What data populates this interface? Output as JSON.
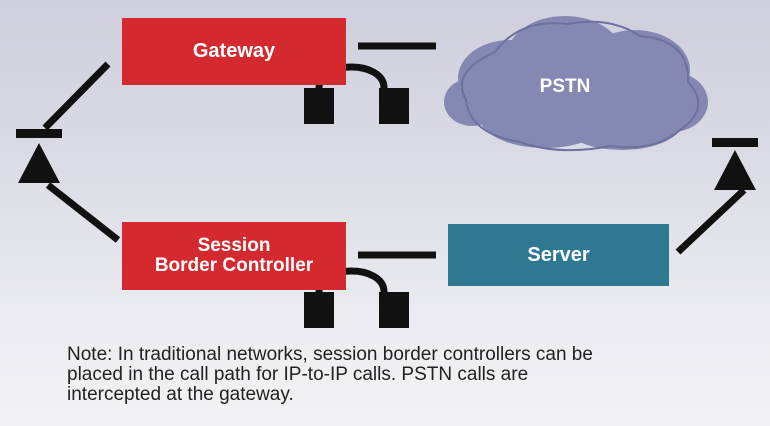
{
  "colors": {
    "gateway_fill": "#d42a2f",
    "sbc_fill": "#d42a2f",
    "server_fill": "#2e7891",
    "cloud_fill": "#8488b3",
    "line_color": "#111111"
  },
  "nodes": {
    "gateway": {
      "label": "Gateway"
    },
    "session_border_controller": {
      "label_lines": [
        "Session",
        "Border Controller"
      ]
    },
    "server": {
      "label": "Server"
    },
    "pstn": {
      "label": "PSTN"
    }
  },
  "icons": {
    "left_endpoint": "triangle-endpoint-icon",
    "right_endpoint": "triangle-endpoint-icon",
    "gateway_connector": "headset-connector-icon",
    "sbc_connector": "headset-connector-icon"
  },
  "note": {
    "lines": [
      "Note: In traditional networks, session border controllers can be",
      "placed in the call path for IP-to-IP calls. PSTN calls are",
      "intercepted at the gateway."
    ]
  }
}
